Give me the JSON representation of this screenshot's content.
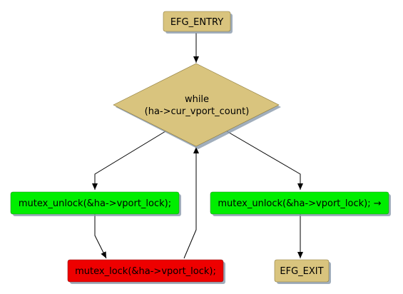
{
  "nodes": {
    "entry": {
      "label": "EFG_ENTRY",
      "color": "#d9c47e"
    },
    "loop": {
      "label_line1": "while",
      "label_line2": "(ha->cur_vport_count)",
      "color": "#d9c47e"
    },
    "unlock_left": {
      "label": "mutex_unlock(&ha->vport_lock);",
      "color": "#00ee00"
    },
    "lock": {
      "label": "mutex_lock(&ha->vport_lock);",
      "color": "#ee0000"
    },
    "unlock_right": {
      "label": "mutex_unlock(&ha->vport_lock); →",
      "color": "#00ee00"
    },
    "exit": {
      "label": "EFG_EXIT",
      "color": "#d9c47e"
    }
  },
  "colors": {
    "edge": "#000000",
    "shadow": "#8a9aab",
    "node_border": "#8c7a3c"
  }
}
